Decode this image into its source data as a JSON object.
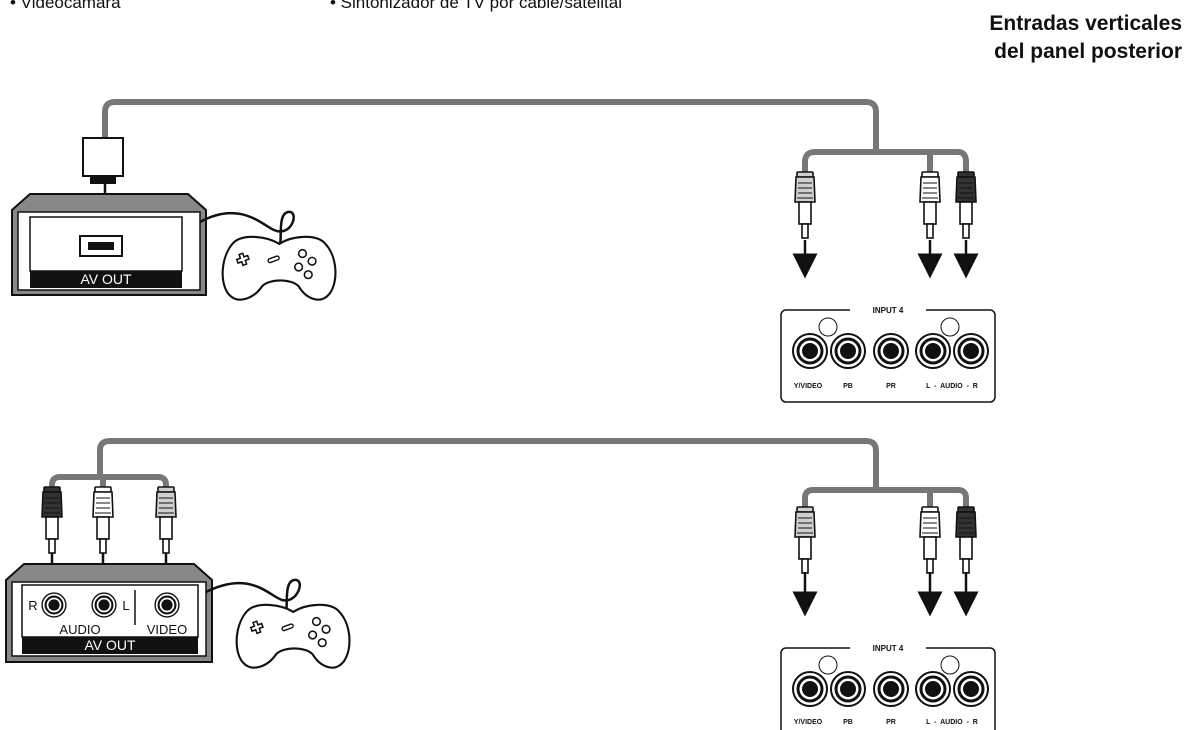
{
  "top_text": {
    "left": "• Videocámara",
    "middle": "• Sintonizador de TV por cable/satelital"
  },
  "heading": {
    "line1": "Entradas verticales",
    "line2": "del panel posterior"
  },
  "device_top": {
    "label": "AV OUT"
  },
  "device_bottom": {
    "label": "AV OUT",
    "audio": "AUDIO",
    "video": "VIDEO",
    "r": "R",
    "l": "L"
  },
  "input_panel": {
    "title": "INPUT 4",
    "y_video": "Y/VIDEO",
    "pb": "PB",
    "pr": "PR",
    "audio": "L  -  AUDIO  -  R"
  },
  "colors": {
    "cable": "#777777",
    "plug_dark": "#333333",
    "plug_light": "#cfcfcf",
    "plug_white": "#ffffff"
  }
}
